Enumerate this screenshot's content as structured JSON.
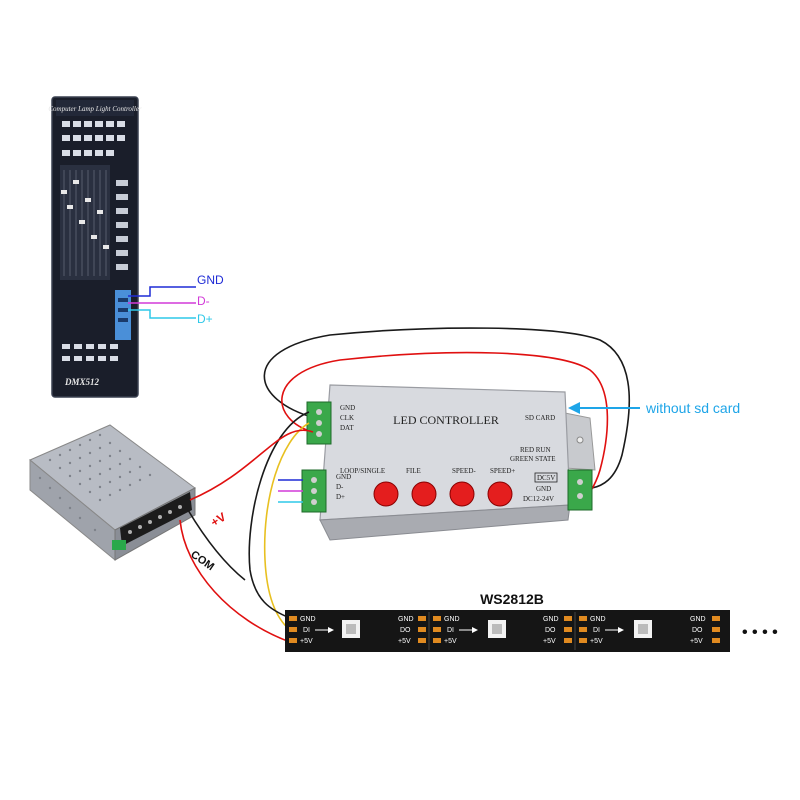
{
  "dmx_console": {
    "header": "Computer Lamp Light Controller",
    "model": "DMX512"
  },
  "dmx_signals": {
    "gnd": "GND",
    "d_minus": "D-",
    "d_plus": "D+"
  },
  "controller": {
    "title": "LED CONTROLLER",
    "sd_card": "SD CARD",
    "red_run": "RED RUN",
    "green_state": "GREEN STATE",
    "button_loop": "LOOP/SINGLE",
    "button_file": "FILE",
    "button_speed_minus": "SPEED-",
    "button_speed_plus": "SPEED+",
    "dc5v": "DC5V",
    "gnd_out": "GND",
    "dc_range": "DC12-24V",
    "out_gnd": "GND",
    "out_clk": "CLK",
    "out_dat": "DAT",
    "in_gnd": "GND",
    "in_d_minus": "D-",
    "in_d_plus": "D+"
  },
  "annotations": {
    "without_sd": "without sd card",
    "plus_v": "+V",
    "com": "COM"
  },
  "strip": {
    "title": "WS2812B",
    "gnd": "GND",
    "di": "DI",
    "do": "DO",
    "v5": "+5V",
    "dots": "• • • •"
  },
  "colors": {
    "gnd_wire": "#1f2bd6",
    "dminus_wire": "#d23ad8",
    "dplus_wire": "#2fc8e8",
    "arrow": "#1ea5e8",
    "power_red": "#e01010",
    "data_yellow": "#e8c020"
  }
}
